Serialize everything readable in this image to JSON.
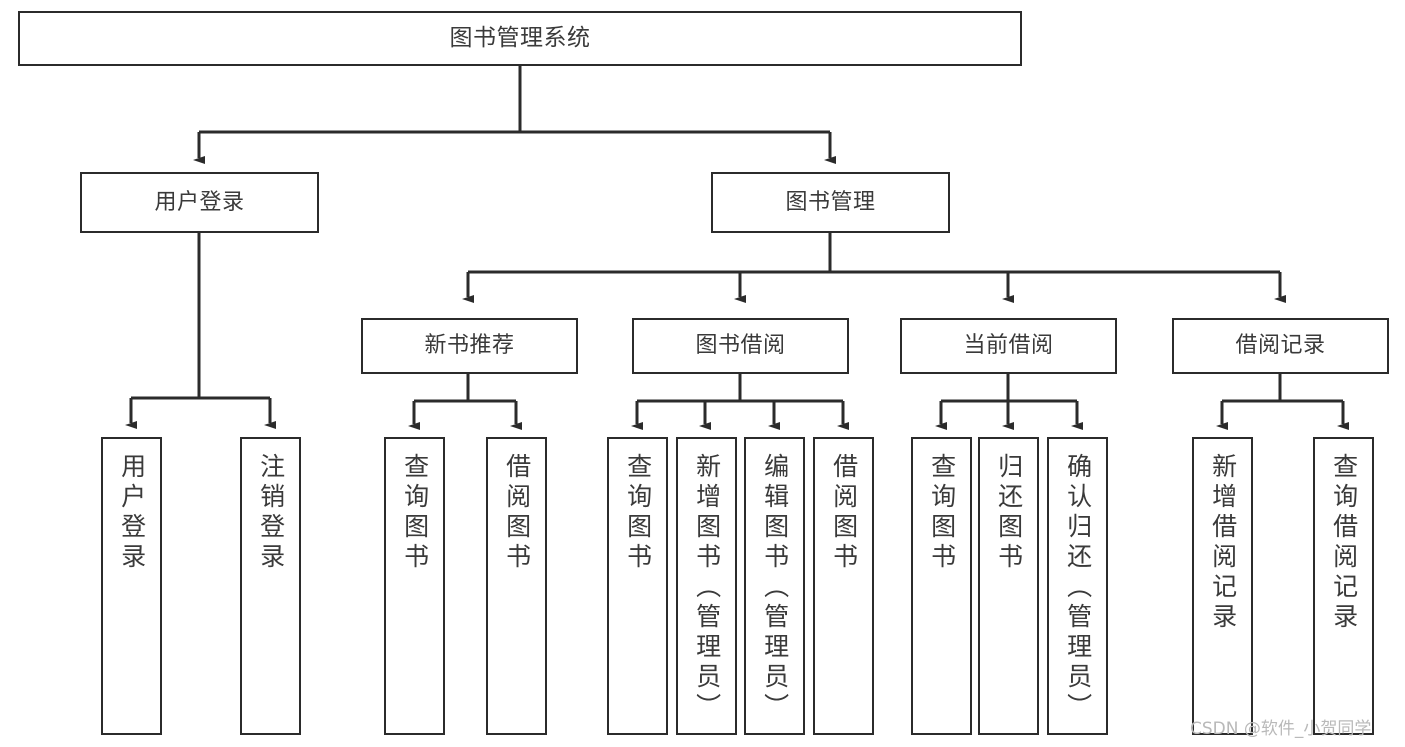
{
  "diagram": {
    "title": "图书管理系统",
    "type": "tree",
    "watermark": "CSDN @软件_小贺同学",
    "stroke_color": "#2b2b2b",
    "text_color": "#3a3a3a",
    "background_color": "#ffffff"
  },
  "nodes": {
    "root": {
      "label": "图书管理系统",
      "level": 0
    },
    "level1": [
      {
        "id": "user-login",
        "label": "用户登录"
      },
      {
        "id": "book-management",
        "label": "图书管理"
      }
    ],
    "level2": [
      {
        "id": "new-book-recommend",
        "label": "新书推荐",
        "parent": "book-management"
      },
      {
        "id": "book-borrow",
        "label": "图书借阅",
        "parent": "book-management"
      },
      {
        "id": "current-borrow",
        "label": "当前借阅",
        "parent": "book-management"
      },
      {
        "id": "borrow-record",
        "label": "借阅记录",
        "parent": "book-management"
      }
    ],
    "leaves": [
      {
        "id": "leaf-user-login",
        "label": "用户登录",
        "parent": "user-login"
      },
      {
        "id": "leaf-logout-login",
        "label": "注销登录",
        "parent": "user-login"
      },
      {
        "id": "leaf-query-book-1",
        "label": "查询图书",
        "parent": "new-book-recommend"
      },
      {
        "id": "leaf-borrow-book-1",
        "label": "借阅图书",
        "parent": "new-book-recommend"
      },
      {
        "id": "leaf-query-book-2",
        "label": "查询图书",
        "parent": "book-borrow"
      },
      {
        "id": "leaf-add-book",
        "label": "新增图书（管理员）",
        "parent": "book-borrow"
      },
      {
        "id": "leaf-edit-book",
        "label": "编辑图书（管理员）",
        "parent": "book-borrow"
      },
      {
        "id": "leaf-borrow-book-2",
        "label": "借阅图书",
        "parent": "book-borrow"
      },
      {
        "id": "leaf-query-book-3",
        "label": "查询图书",
        "parent": "current-borrow"
      },
      {
        "id": "leaf-return-book",
        "label": "归还图书",
        "parent": "current-borrow"
      },
      {
        "id": "leaf-confirm-return",
        "label": "确认归还（管理员）",
        "parent": "current-borrow"
      },
      {
        "id": "leaf-add-record",
        "label": "新增借阅记录",
        "parent": "borrow-record"
      },
      {
        "id": "leaf-query-record",
        "label": "查询借阅记录",
        "parent": "borrow-record"
      }
    ]
  }
}
